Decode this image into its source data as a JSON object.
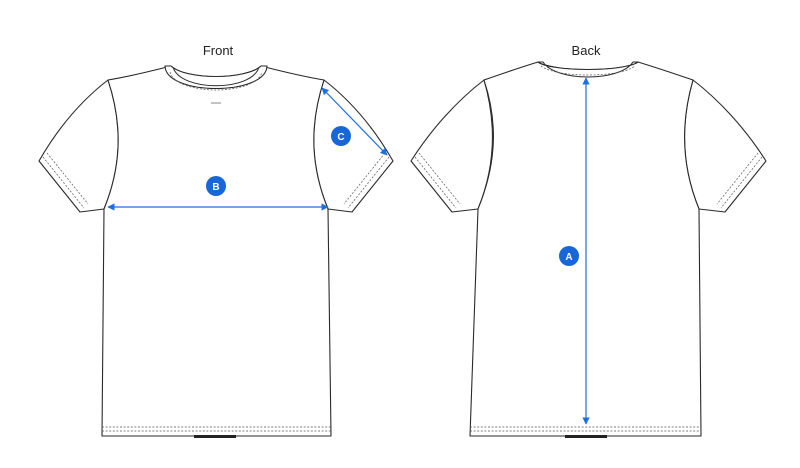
{
  "views": {
    "front": {
      "label": "Front"
    },
    "back": {
      "label": "Back"
    }
  },
  "measurements": {
    "a": {
      "letter": "A"
    },
    "b": {
      "letter": "B"
    },
    "c": {
      "letter": "C"
    }
  },
  "colors": {
    "accent": "#1f6fe0",
    "badge": "#1767d8",
    "outline": "#2a2a2a"
  }
}
